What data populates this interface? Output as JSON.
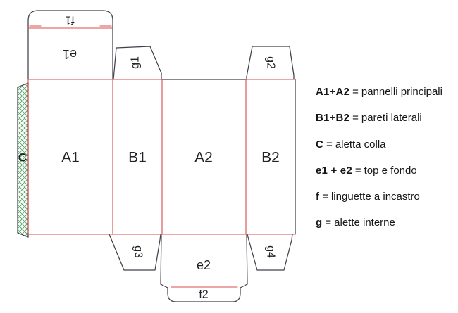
{
  "colors": {
    "fold_line": "#d94c4c",
    "cut_line": "#40404b",
    "glue_hatch": "#55a36a",
    "label_text": "#222228"
  },
  "labels": {
    "a1": "A1",
    "a2": "A2",
    "b1": "B1",
    "b2": "B2",
    "c": "C",
    "e1": "e1",
    "e2": "e2",
    "f1": "f1",
    "f2": "f2",
    "g1": "g1",
    "g2": "g2",
    "g3": "g3",
    "g4": "g4"
  },
  "legend": {
    "separator": "=",
    "items": [
      {
        "key": "A1+A2",
        "desc": "pannelli principali"
      },
      {
        "key": "B1+B2",
        "desc": "pareti laterali"
      },
      {
        "key": "C",
        "desc": "aletta colla"
      },
      {
        "key": "e1 + e2",
        "desc": "top e fondo"
      },
      {
        "key": "f",
        "desc": "linguette a incastro"
      },
      {
        "key": "g",
        "desc": "alette interne"
      }
    ]
  }
}
